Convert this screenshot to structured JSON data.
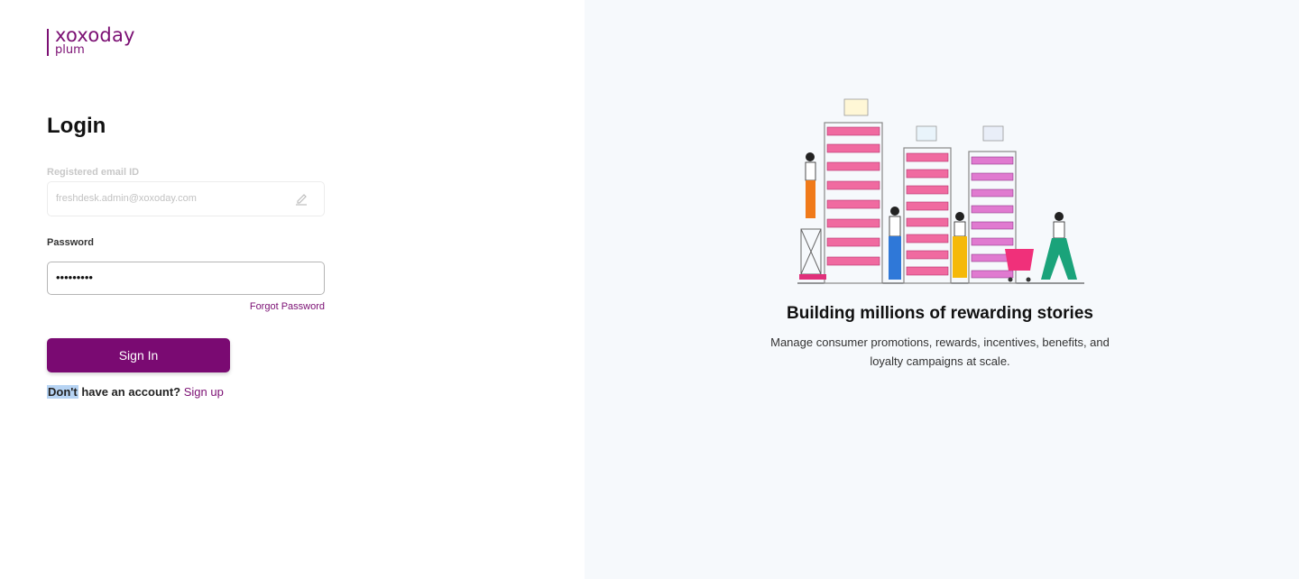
{
  "brand": {
    "name": "xoxoday",
    "product": "plum",
    "accent": "#7b0f73"
  },
  "login": {
    "title": "Login",
    "email": {
      "label": "Registered email ID",
      "value": "freshdesk.admin@xoxoday.com",
      "icon": "edit-icon"
    },
    "password": {
      "label": "Password",
      "value": "•••••••••"
    },
    "forgot_label": "Forgot Password",
    "submit_label": "Sign In",
    "signup": {
      "prefix_highlight": "Don't",
      "prefix_rest": " have an account?",
      "link_label": "Sign up"
    }
  },
  "hero": {
    "title": "Building millions of rewarding stories",
    "description": "Manage consumer promotions, rewards, incentives, benefits, and loyalty campaigns at scale."
  },
  "colors": {
    "button": "#7a0a72",
    "right_panel_bg": "#f6f9fc",
    "highlight": "#b6d3f3"
  }
}
